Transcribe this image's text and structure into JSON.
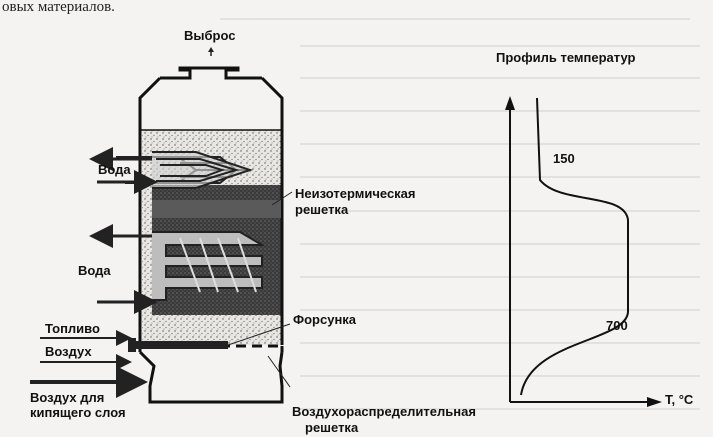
{
  "page_fragment": "овых материалов.",
  "labels": {
    "exhaust": "Выброс",
    "temp_profile": "Профиль температур",
    "water_top": "Вода",
    "water_mid": "Вода",
    "nonisothermal_1": "Неизотермическая",
    "nonisothermal_2": "решетка",
    "nozzle": "Форсунка",
    "fuel": "Топливо",
    "air": "Воздух",
    "fluid_air_1": "Воздух для",
    "fluid_air_2": "кипящего слоя",
    "distributor_1": "Воздухораспределительная",
    "distributor_2": "решетка",
    "temp_high": "150",
    "temp_low": "700",
    "t_axis": "T, °C"
  }
}
